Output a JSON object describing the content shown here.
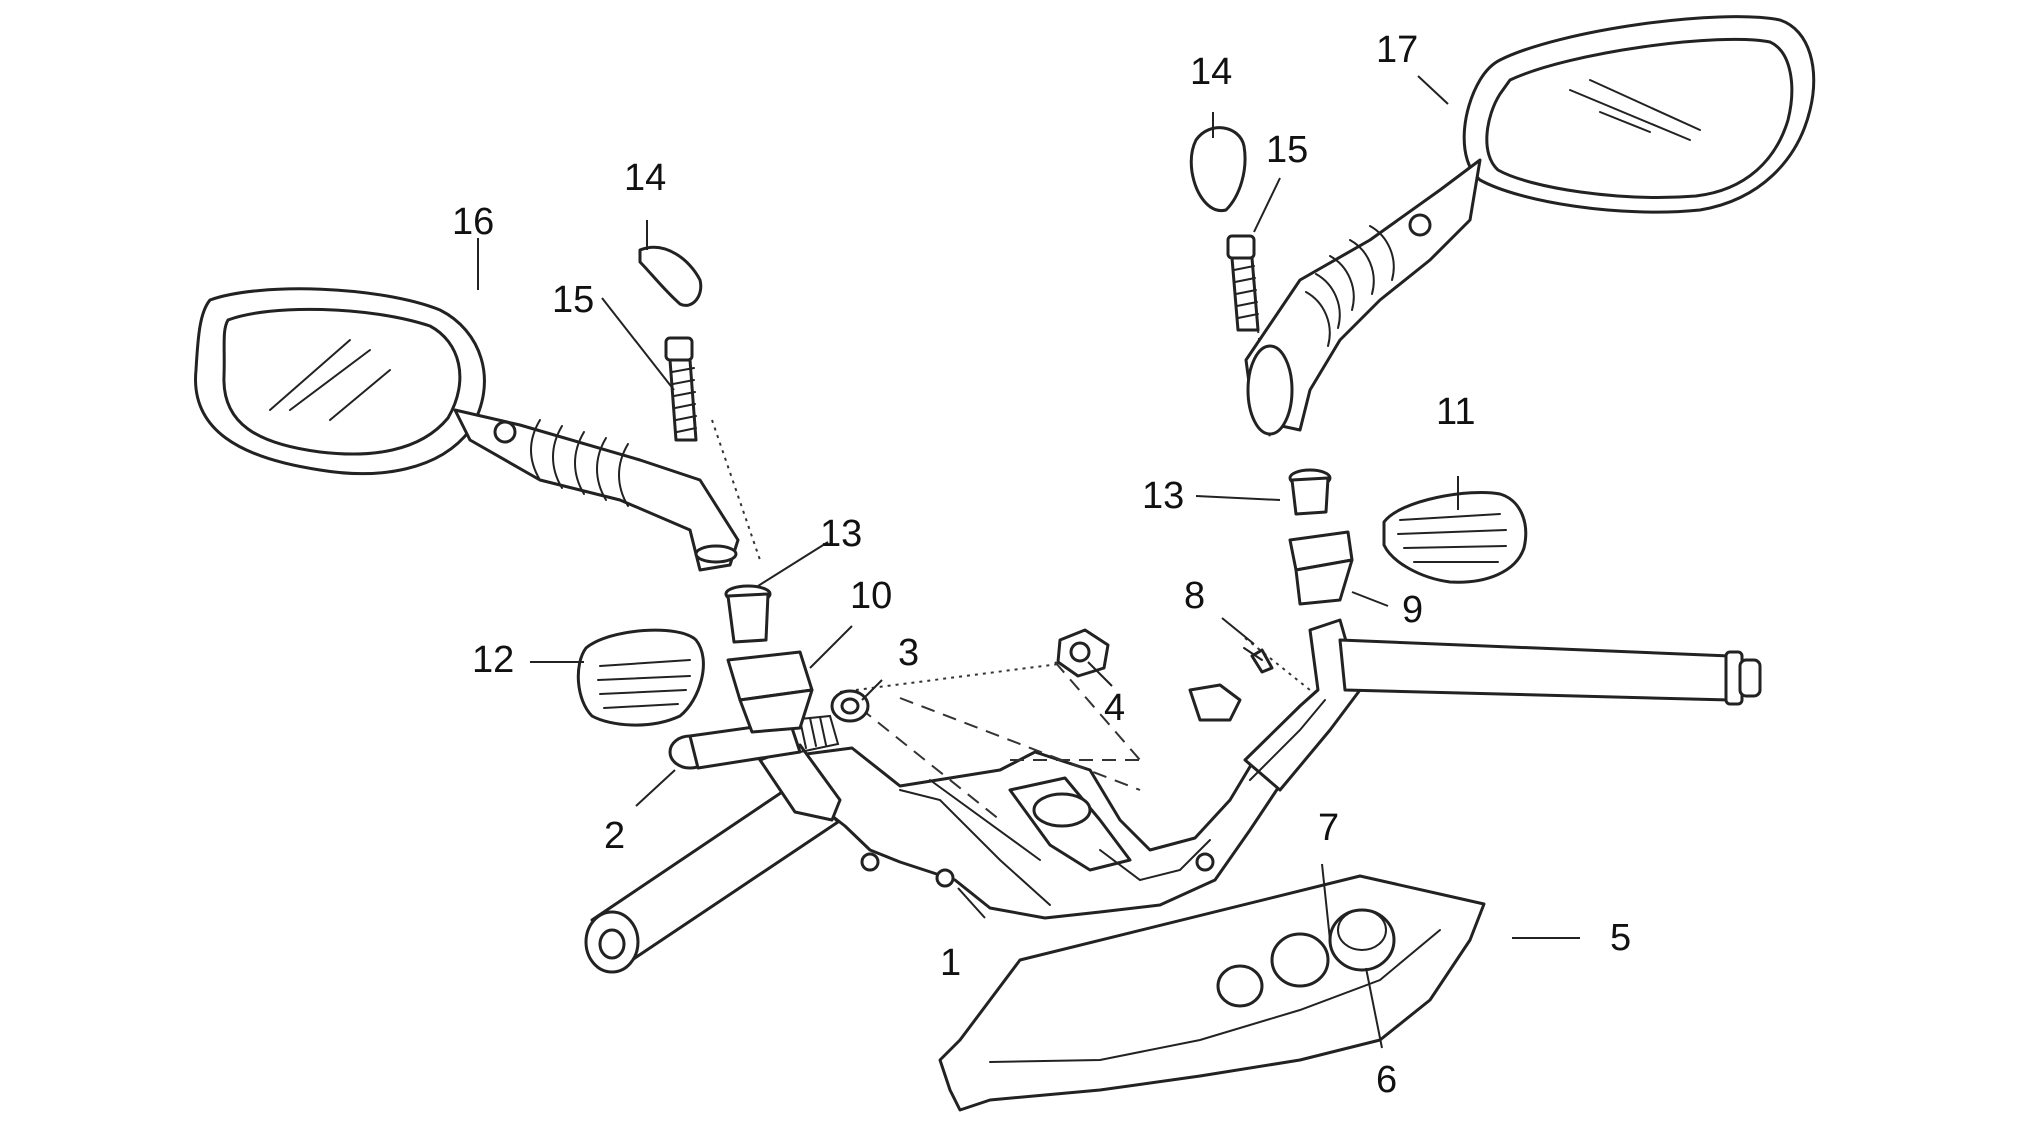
{
  "diagram": {
    "labels": {
      "p1": "1",
      "p2": "2",
      "p3": "3",
      "p4": "4",
      "p5": "5",
      "p6": "6",
      "p7": "7",
      "p8": "8",
      "p9": "9",
      "p10": "10",
      "p11": "11",
      "p12": "12",
      "p13_left": "13",
      "p13_right": "13",
      "p14_left": "14",
      "p14_right": "14",
      "p15_left": "15",
      "p15_right": "15",
      "p16": "16",
      "p17": "17"
    },
    "colors": {
      "line": "#222222",
      "background": "#ffffff",
      "shading": "#e6e6e6"
    }
  }
}
